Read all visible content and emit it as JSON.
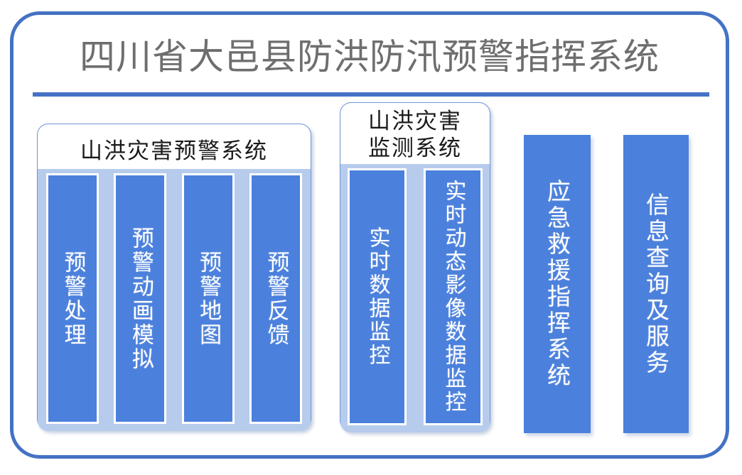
{
  "header": {
    "title": "四川省大邑县防洪防汛预警指挥系统",
    "title_color": "#6E6E6E",
    "divider_color": "#4472C4"
  },
  "theme": {
    "frame_border": "#4472C4",
    "chip_blue": "#4B80DC",
    "panel_inner_blue": "#B7CCEC",
    "panel_border": "#6D95D6",
    "chip_text_color": "#FFFFFF"
  },
  "panels": [
    {
      "id": "warning-system",
      "title": "山洪灾害预警系统",
      "items": [
        {
          "label": "预警处理"
        },
        {
          "label": "预警动画模拟"
        },
        {
          "label": "预警地图"
        },
        {
          "label": "预警反馈"
        }
      ]
    },
    {
      "id": "monitor-system",
      "title_line1": "山洪灾害",
      "title_line2": "监测系统",
      "title": "山洪灾害监测系统",
      "items": [
        {
          "label": "实时数据监控"
        },
        {
          "label": "实时动态影像数据监控"
        }
      ]
    }
  ],
  "bars": [
    {
      "id": "emergency-rescue",
      "label": "应急救援指挥系统"
    },
    {
      "id": "information-service",
      "label": "信息查询及服务"
    }
  ]
}
